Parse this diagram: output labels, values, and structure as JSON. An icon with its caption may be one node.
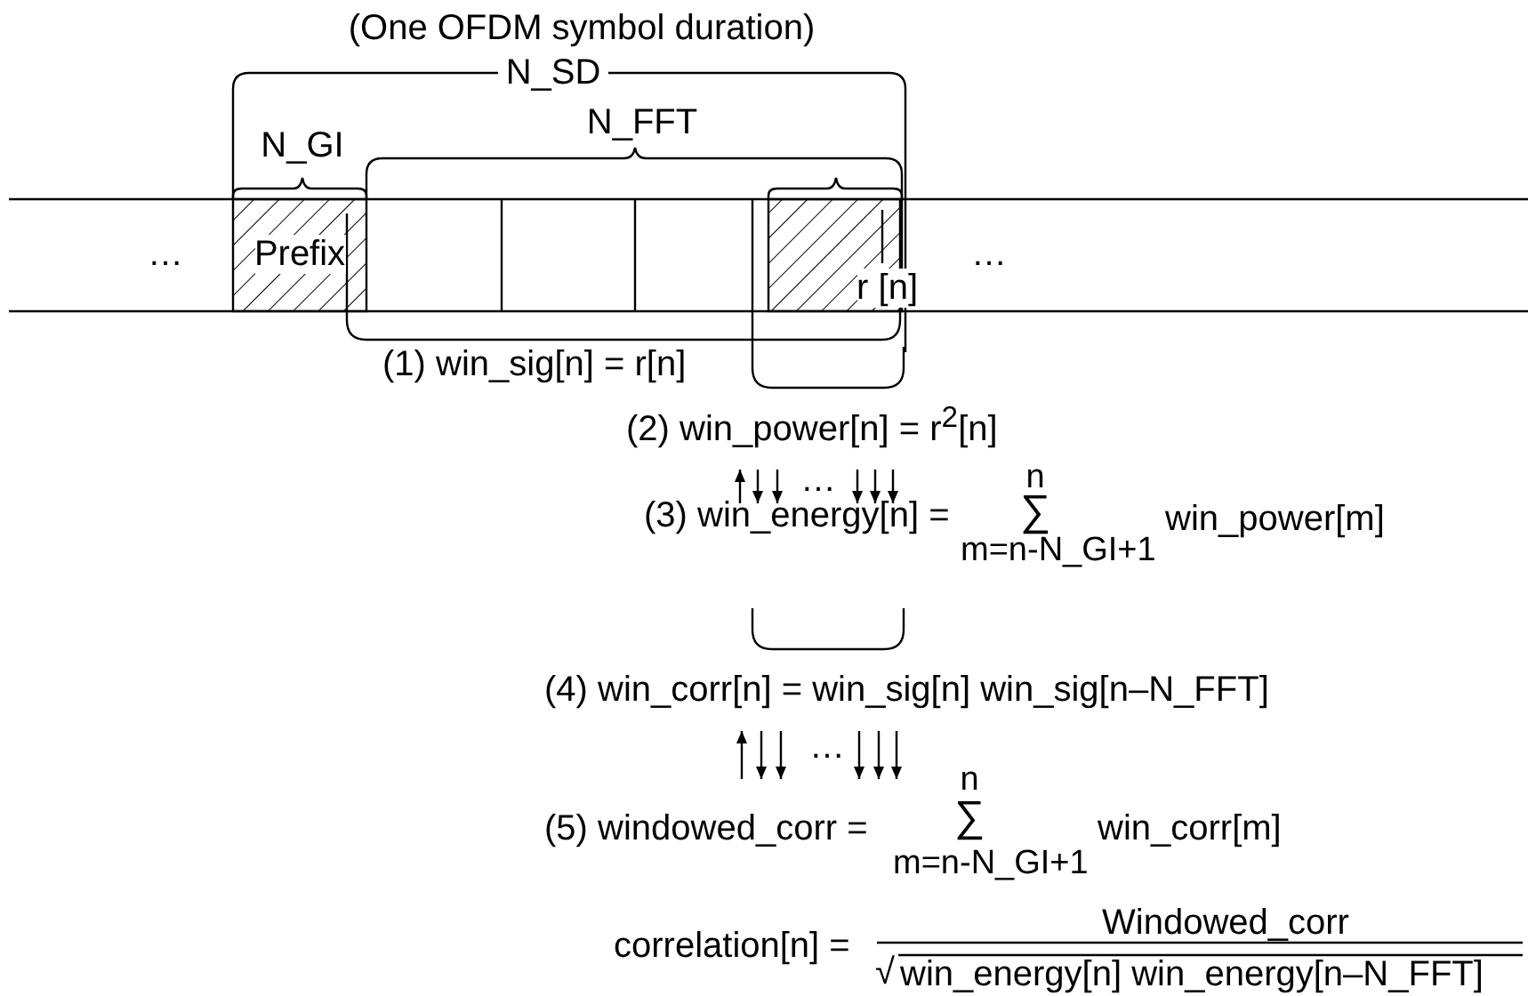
{
  "diagram": {
    "nodes": [
      {
        "text": [
          "Prefix"
        ]
      },
      {
        "text": [
          "r [n]"
        ]
      }
    ],
    "labels": [
      "(One OFDM symbol duration)",
      "N_SD",
      "N_GI",
      "N_FFT",
      "…",
      "…",
      "(1) win_sig[n] = r[n]",
      "(2) win_power[n] = r$^{2}$[n]",
      "…",
      "(3) win_energy[n] =",
      "n",
      "∑",
      "m=n-N_GI+1",
      "win_power[m]",
      "(4) win_corr[n] = win_sig[n] win_sig[n–N_FFT]",
      "…",
      "n",
      "∑",
      "m=n-N_GI+1",
      "win_corr[m]",
      "(5) windowed_corr =",
      "correlation[n] =",
      "Windowed_corr",
      "√",
      "win_energy[n] win_energy[n–N_FFT]"
    ]
  }
}
